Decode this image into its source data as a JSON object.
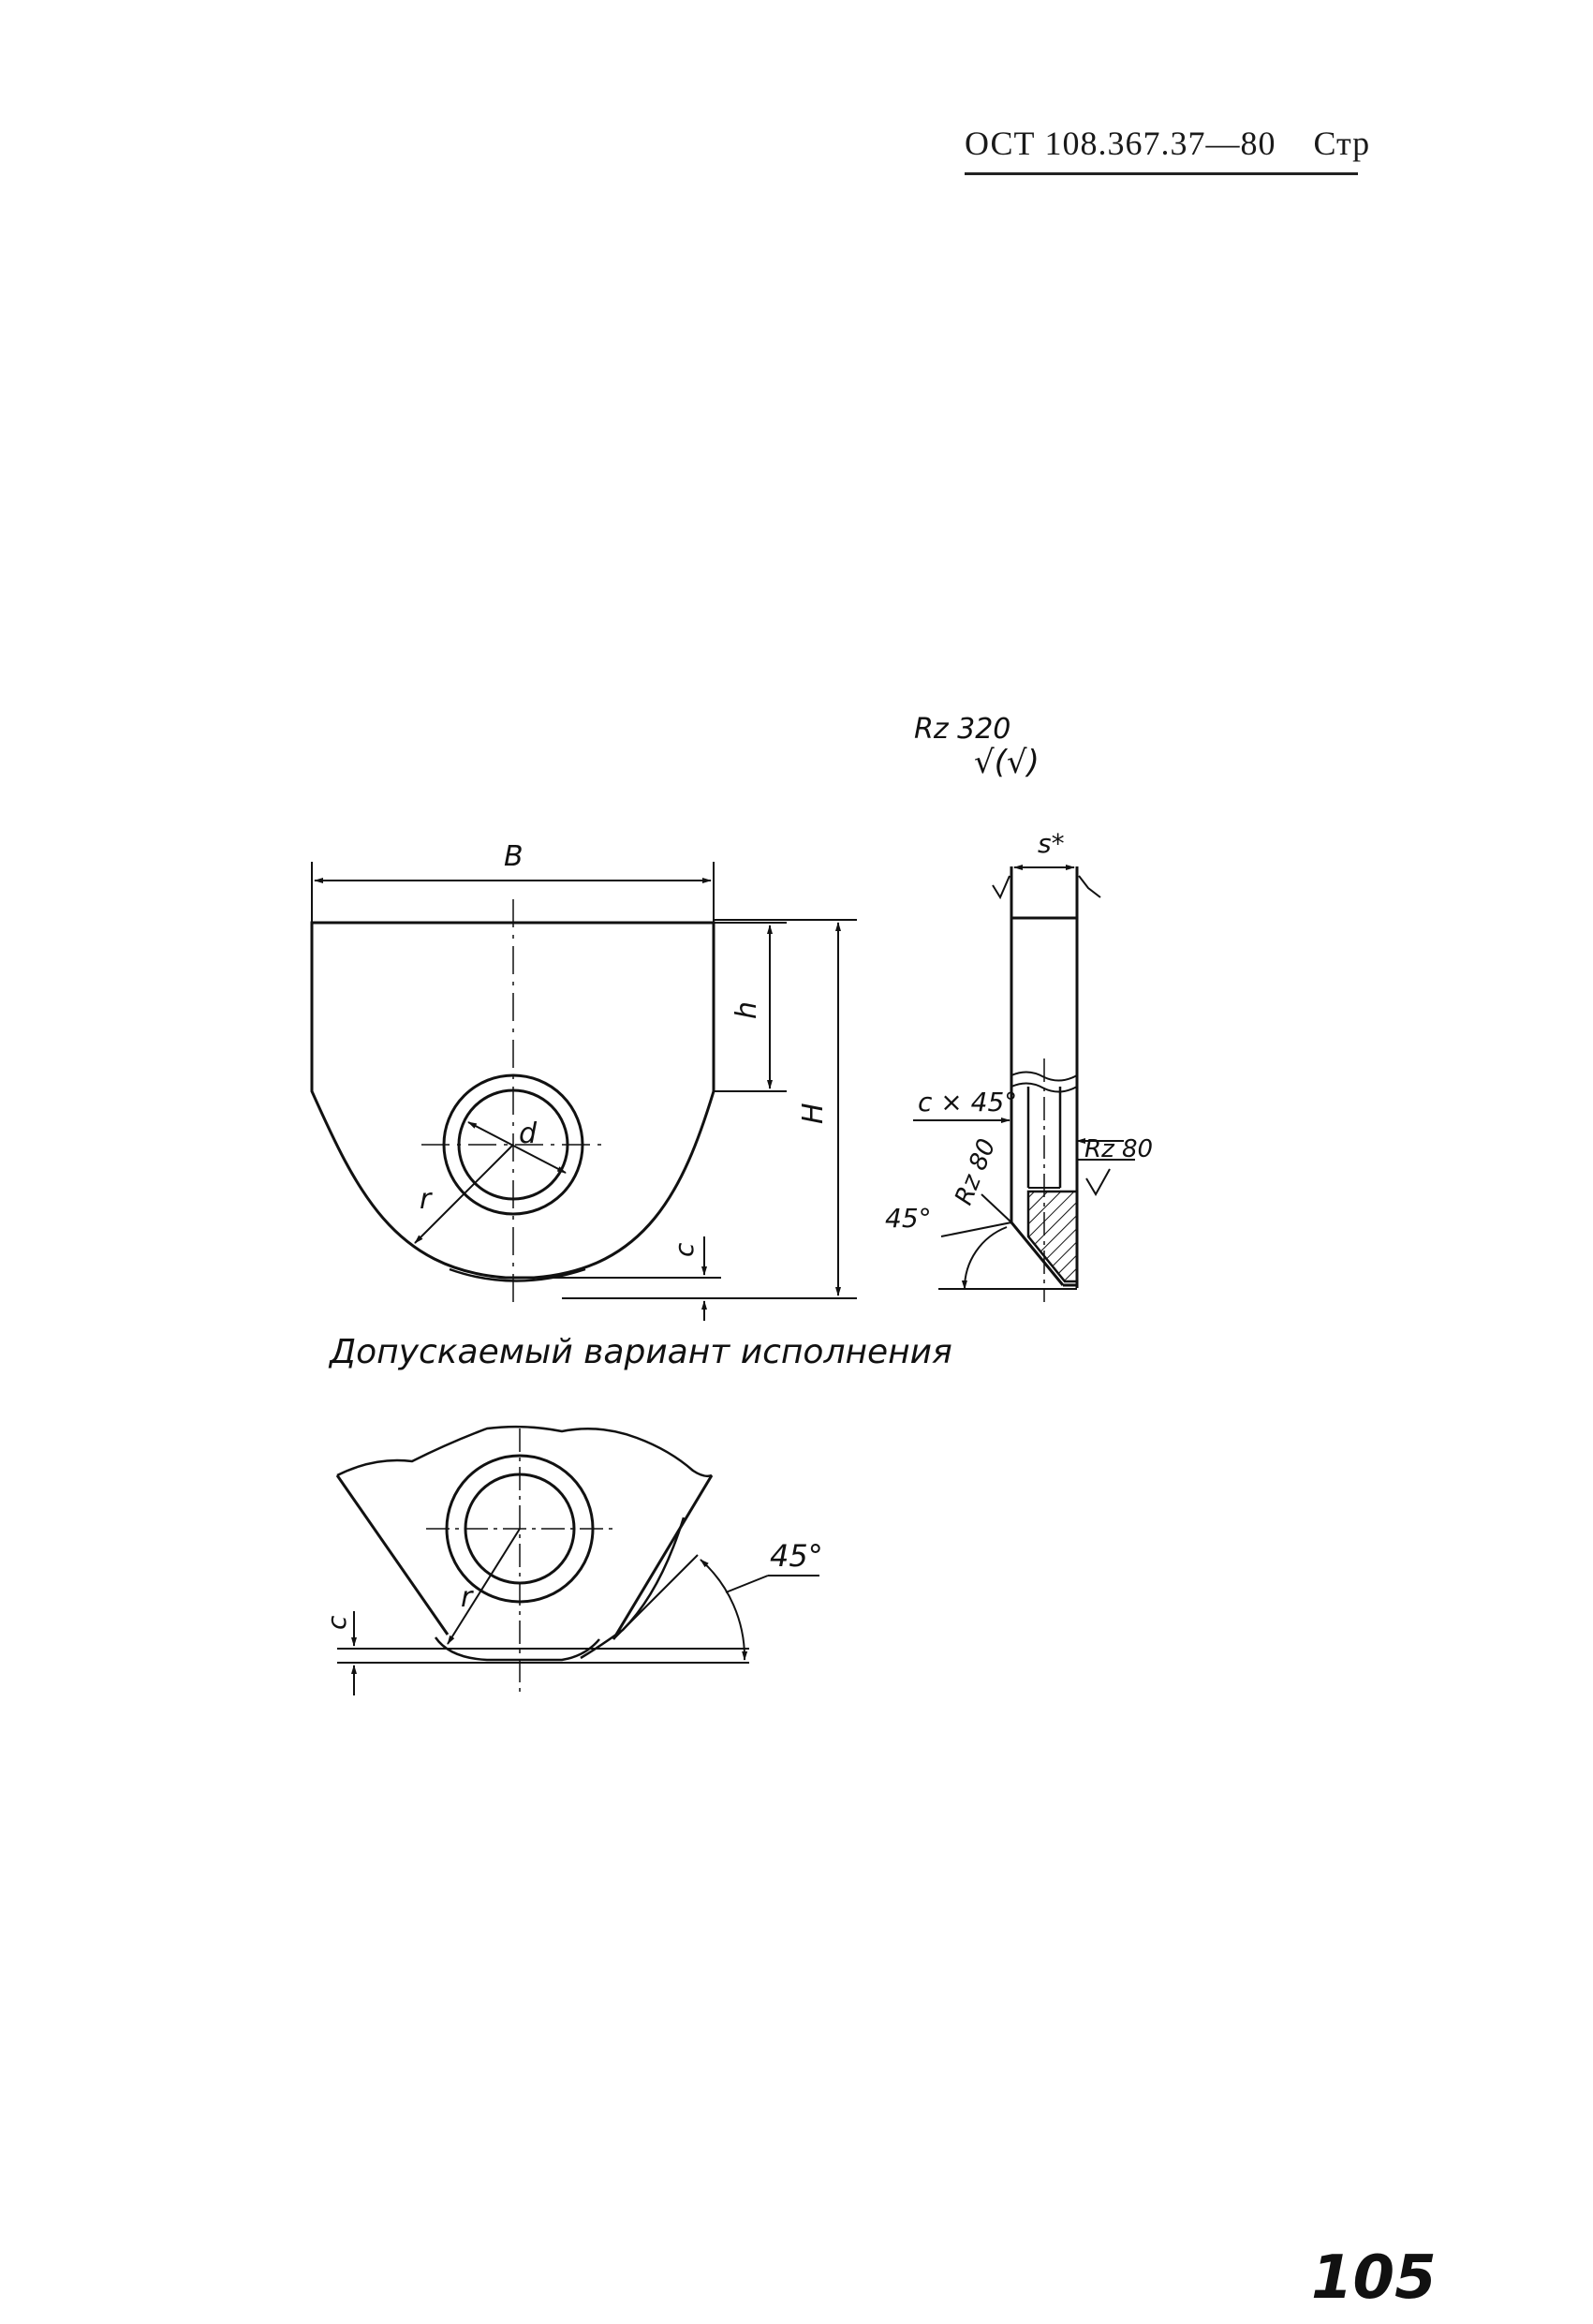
{
  "header": {
    "doc_number": "ОСТ 108.367.37—80",
    "page_prefix": "Стр"
  },
  "page_number": "105",
  "surface_finish": {
    "general_roughness": "Rz 320",
    "general_symbol": "√(√)",
    "hole_roughness": "Rz 80",
    "chamfer_roughness": "Rz 80"
  },
  "main_view": {
    "width_label": "B",
    "height_label": "H",
    "flat_height_label": "h",
    "hole_diameter_label": "d",
    "radius_label": "r",
    "offset_label": "c"
  },
  "side_view": {
    "thickness_label": "s*",
    "chamfer_label": "c × 45°",
    "angle_label": "45°"
  },
  "variant": {
    "caption": "Допускаемый вариант исполнения",
    "radius_label": "r",
    "offset_label": "c",
    "angle_label": "45°"
  }
}
